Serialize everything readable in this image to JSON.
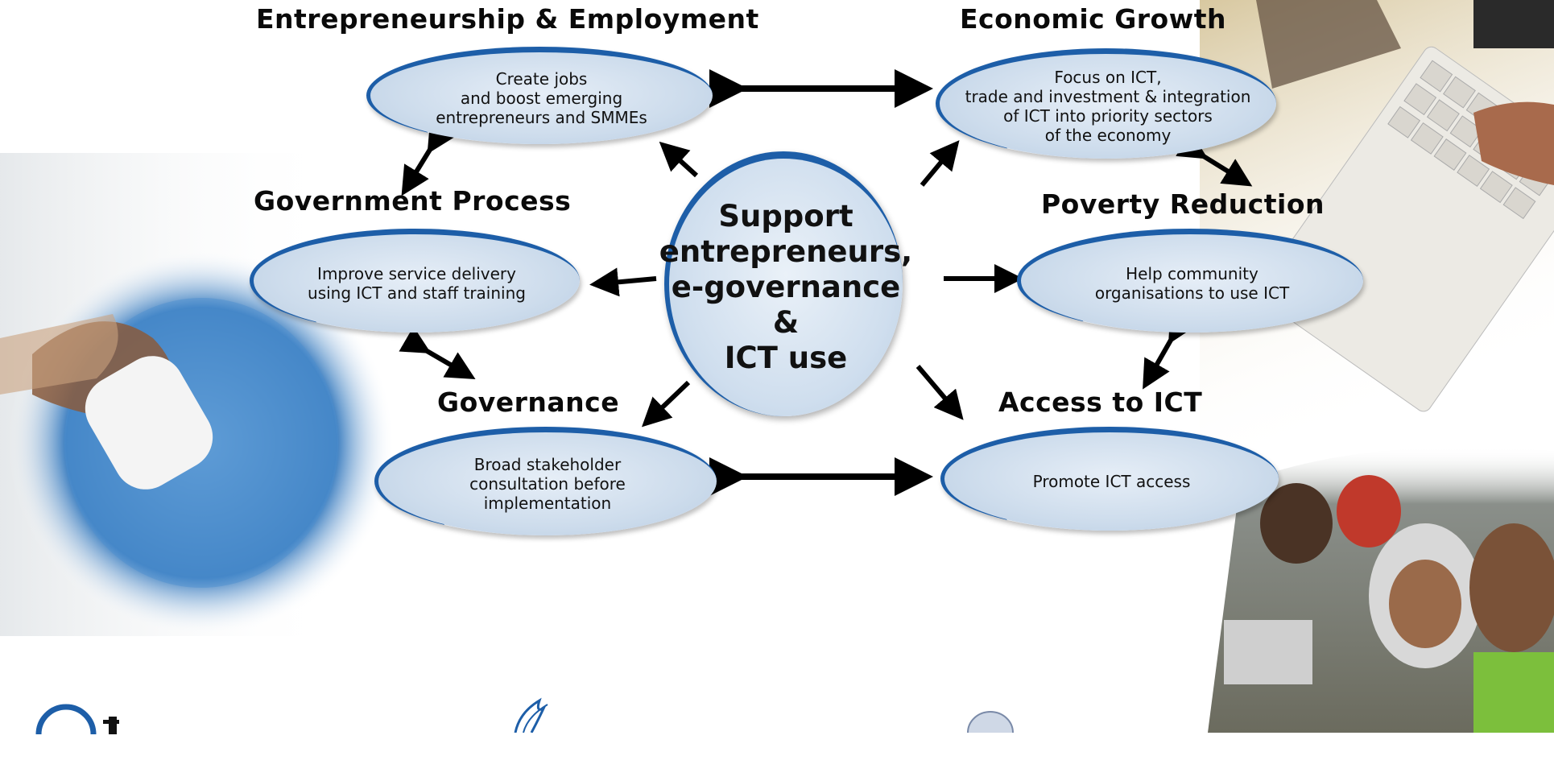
{
  "nodes": {
    "entrepreneurship": {
      "heading": "Entrepreneurship & Employment",
      "text": "Create jobs\nand boost emerging\nentrepreneurs and SMMEs"
    },
    "economic_growth": {
      "heading": "Economic Growth",
      "text": "Focus on ICT,\ntrade and investment & integration\nof  ICT into priority sectors\nof the economy"
    },
    "government_process": {
      "heading": "Government Process",
      "text": "Improve service delivery\nusing ICT and staff training"
    },
    "poverty_reduction": {
      "heading": "Poverty Reduction",
      "text": "Help community\norganisations to use ICT"
    },
    "governance": {
      "heading": "Governance",
      "text": "Broad stakeholder\nconsultation before\nimplementation"
    },
    "access_to_ict": {
      "heading": "Access to ICT",
      "text": "Promote ICT access"
    }
  },
  "hub": {
    "text": "Support\nentrepreneurs,\ne-governance\n&\nICT use"
  },
  "colors": {
    "accent": "#1d5ea8",
    "node_fill": "#cddcec",
    "arrow": "#000000"
  },
  "decorations": {
    "photos": [
      "hand-on-mouse-photo",
      "keyboard-typing-photo",
      "children-at-computer-photo"
    ],
    "logos": [
      "round-logo",
      "bird-logo",
      "crest-logo"
    ]
  }
}
